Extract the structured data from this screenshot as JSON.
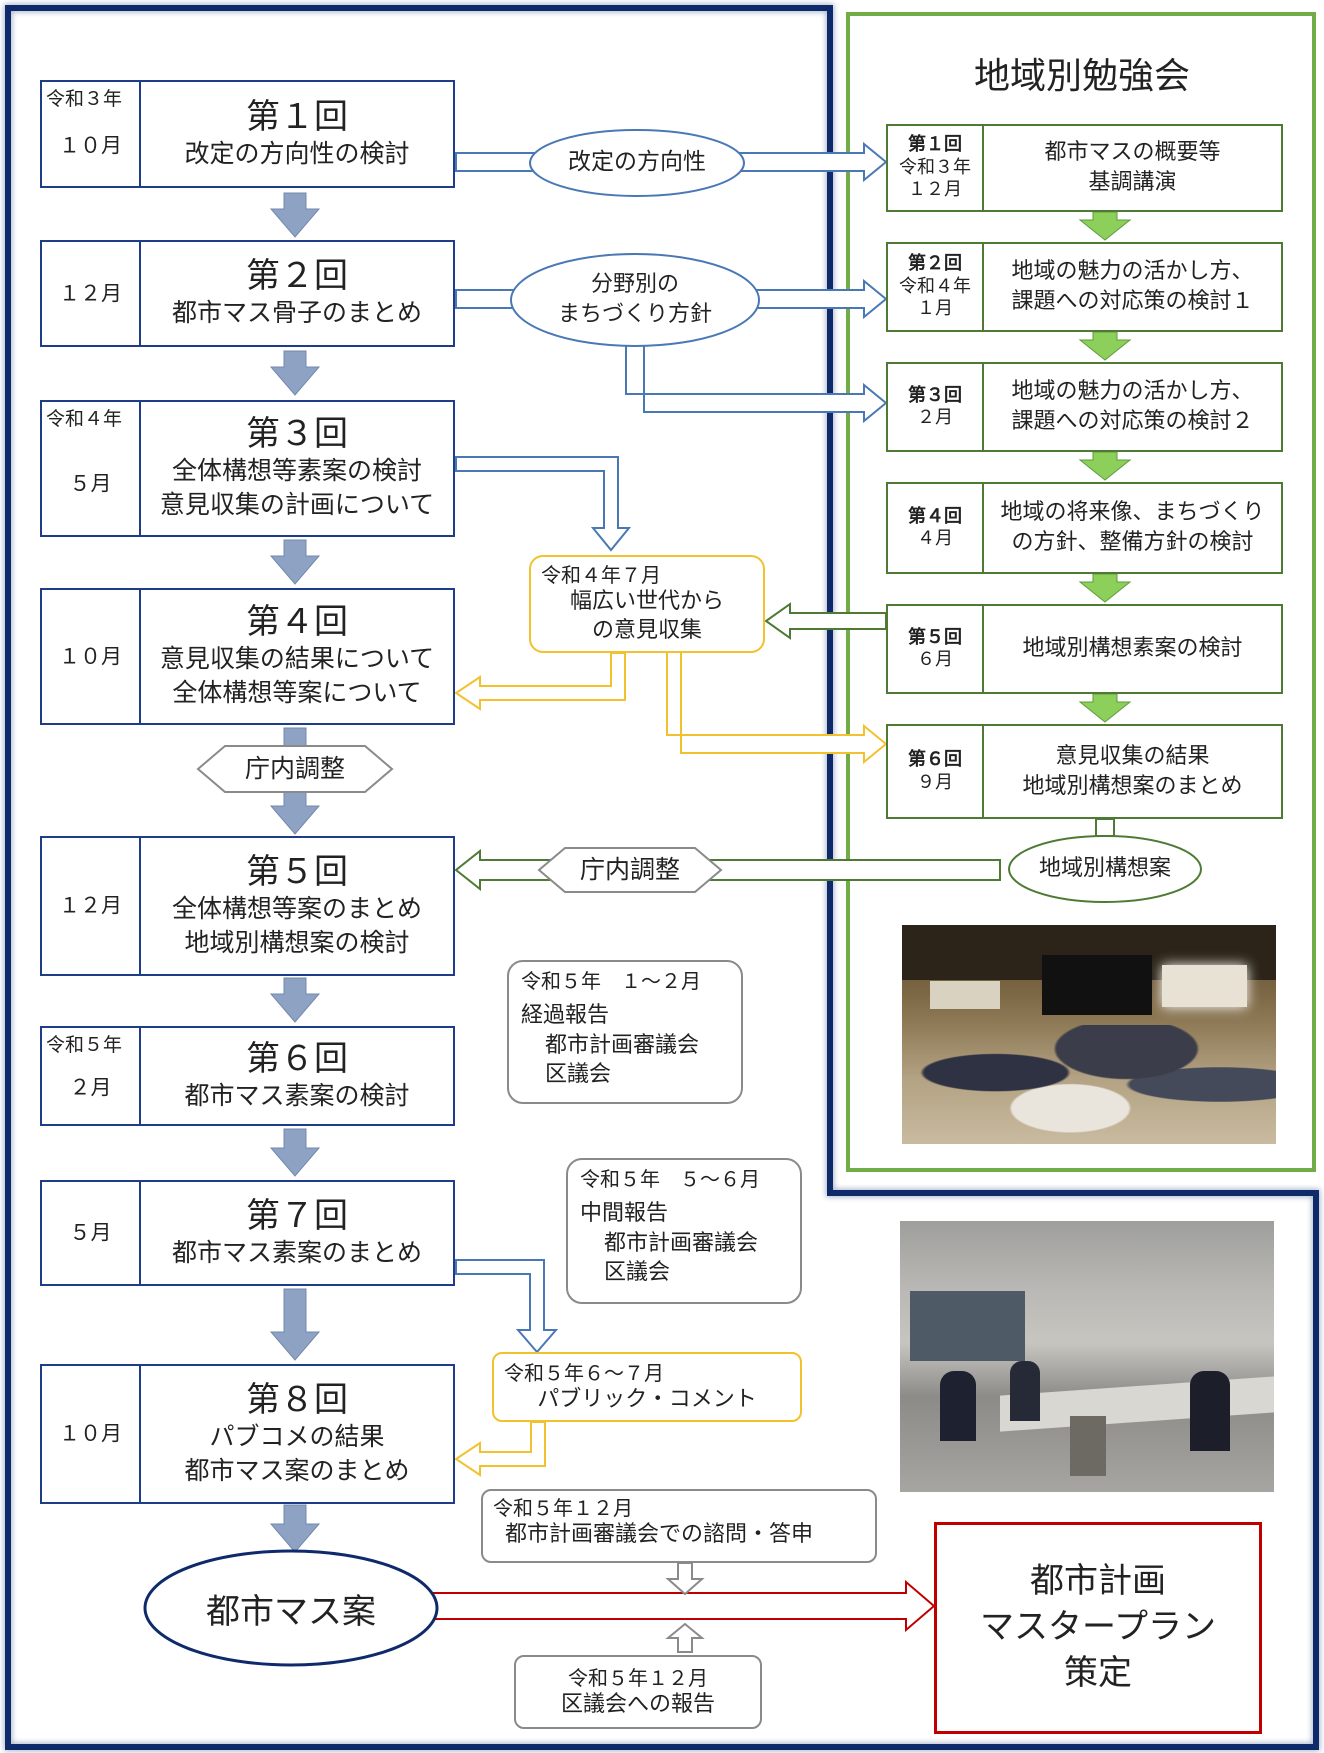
{
  "colors": {
    "navy": "#0f2a6b",
    "box_border": "#1f3c88",
    "arrow_fill": "#8ea2c4",
    "green": "#70ad47",
    "green_dark": "#4e7a35",
    "yellow": "#f2c12e",
    "red": "#c00000",
    "blue_outline": "#4a78b5",
    "gray": "#8a8a8a"
  },
  "main_flow": [
    {
      "date1": "令和３年",
      "date2": "１０月",
      "title": "第１回",
      "lines": [
        "改定の方向性の検討"
      ]
    },
    {
      "date1": "",
      "date2": "１２月",
      "title": "第２回",
      "lines": [
        "都市マス骨子のまとめ"
      ]
    },
    {
      "date1": "令和４年",
      "date2": "５月",
      "title": "第３回",
      "lines": [
        "全体構想等素案の検討",
        "意見収集の計画について"
      ]
    },
    {
      "date1": "",
      "date2": "１０月",
      "title": "第４回",
      "lines": [
        "意見収集の結果について",
        "全体構想等案について"
      ]
    },
    {
      "date1": "",
      "date2": "１２月",
      "title": "第５回",
      "lines": [
        "全体構想等案のまとめ",
        "地域別構想案の検討"
      ]
    },
    {
      "date1": "令和５年",
      "date2": "２月",
      "title": "第６回",
      "lines": [
        "都市マス素案の検討"
      ]
    },
    {
      "date1": "",
      "date2": "５月",
      "title": "第７回",
      "lines": [
        "都市マス素案のまとめ"
      ]
    },
    {
      "date1": "",
      "date2": "１０月",
      "title": "第８回",
      "lines": [
        "パブコメの結果",
        "都市マス案のまとめ"
      ]
    }
  ],
  "chonai_label": "庁内調整",
  "final_oval": "都市マス案",
  "final_box": [
    "都市計画",
    "マスタープラン",
    "策定"
  ],
  "study": {
    "title": "地域別勉強会",
    "sessions": [
      {
        "num": "第１回",
        "date": [
          "令和３年",
          "１２月"
        ],
        "lines": [
          "都市マスの概要等",
          "基調講演"
        ]
      },
      {
        "num": "第２回",
        "date": [
          "令和４年",
          "１月"
        ],
        "lines": [
          "地域の魅力の活かし方、",
          "課題への対応策の検討１"
        ]
      },
      {
        "num": "第３回",
        "date": [
          "２月"
        ],
        "lines": [
          "地域の魅力の活かし方、",
          "課題への対応策の検討２"
        ]
      },
      {
        "num": "第４回",
        "date": [
          "４月"
        ],
        "lines": [
          "地域の将来像、まちづくり",
          "の方針、整備方針の検討"
        ]
      },
      {
        "num": "第５回",
        "date": [
          "６月"
        ],
        "lines": [
          "地域別構想素案の検討"
        ]
      },
      {
        "num": "第６回",
        "date": [
          "９月"
        ],
        "lines": [
          "意見収集の結果",
          "地域別構想案のまとめ"
        ]
      }
    ],
    "output_oval": "地域別構想案"
  },
  "connectors": {
    "direction": "改定の方向性",
    "policy": [
      "分野別の",
      "まちづくり方針"
    ],
    "opinion": [
      "令和４年７月",
      "幅広い世代から",
      "の意見収集"
    ],
    "progress_report": [
      "令和５年　１～２月",
      "経過報告",
      "都市計画審議会",
      "区議会"
    ],
    "interim_report": [
      "令和５年　５～６月",
      "中間報告",
      "都市計画審議会",
      "区議会"
    ],
    "public_comment": [
      "令和５年６～７月",
      "パブリック・コメント"
    ],
    "council_consult": [
      "令和５年１２月",
      "都市計画審議会での諮問・答申"
    ],
    "ward_report": [
      "令和５年１２月",
      "区議会への報告"
    ]
  }
}
